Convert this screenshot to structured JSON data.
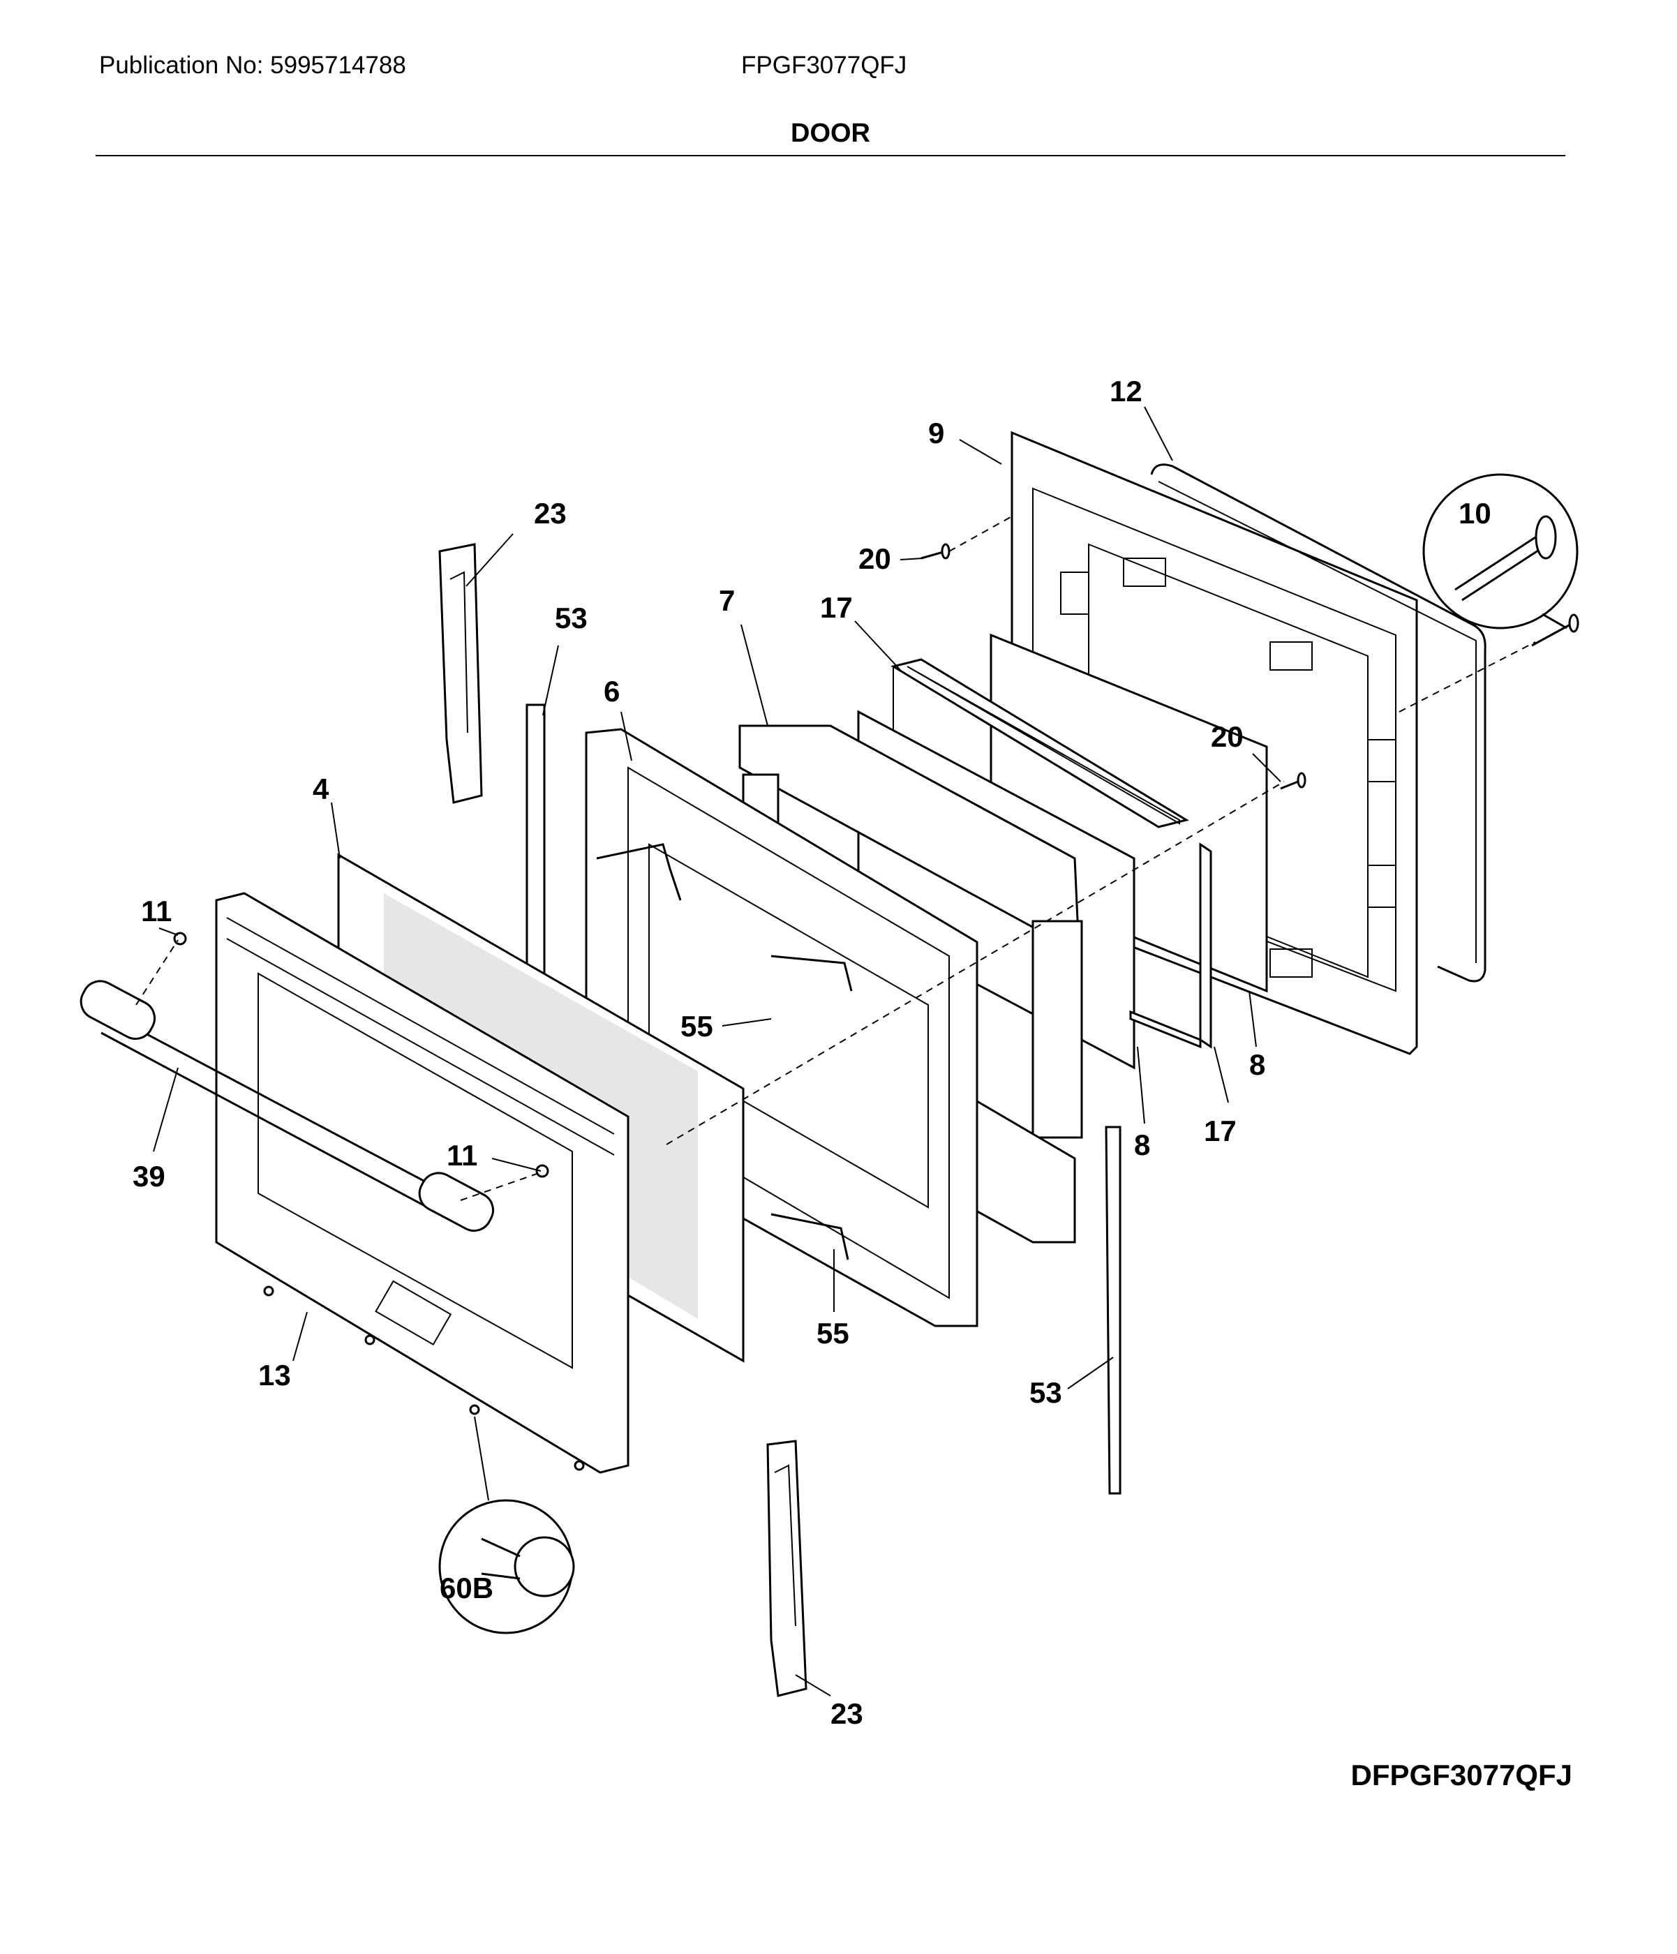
{
  "header": {
    "publication": "Publication No: 5995714788",
    "model": "FPGF3077QFJ",
    "section_title": "DOOR"
  },
  "diagram_code": "DFPGF3077QFJ",
  "callouts": {
    "c12": "12",
    "c9": "9",
    "c10": "10",
    "c23_top": "23",
    "c20_top": "20",
    "c53_top": "53",
    "c7": "7",
    "c17_top": "17",
    "c6": "6",
    "c20_mid": "20",
    "c4": "4",
    "c11_left": "11",
    "c55_mid": "55",
    "c8_right": "8",
    "c17_bottom": "17",
    "c8_mid": "8",
    "c39": "39",
    "c11_mid": "11",
    "c55_bottom": "55",
    "c13": "13",
    "c53_bottom": "53",
    "c60b": "60B",
    "c23_bottom": "23"
  }
}
